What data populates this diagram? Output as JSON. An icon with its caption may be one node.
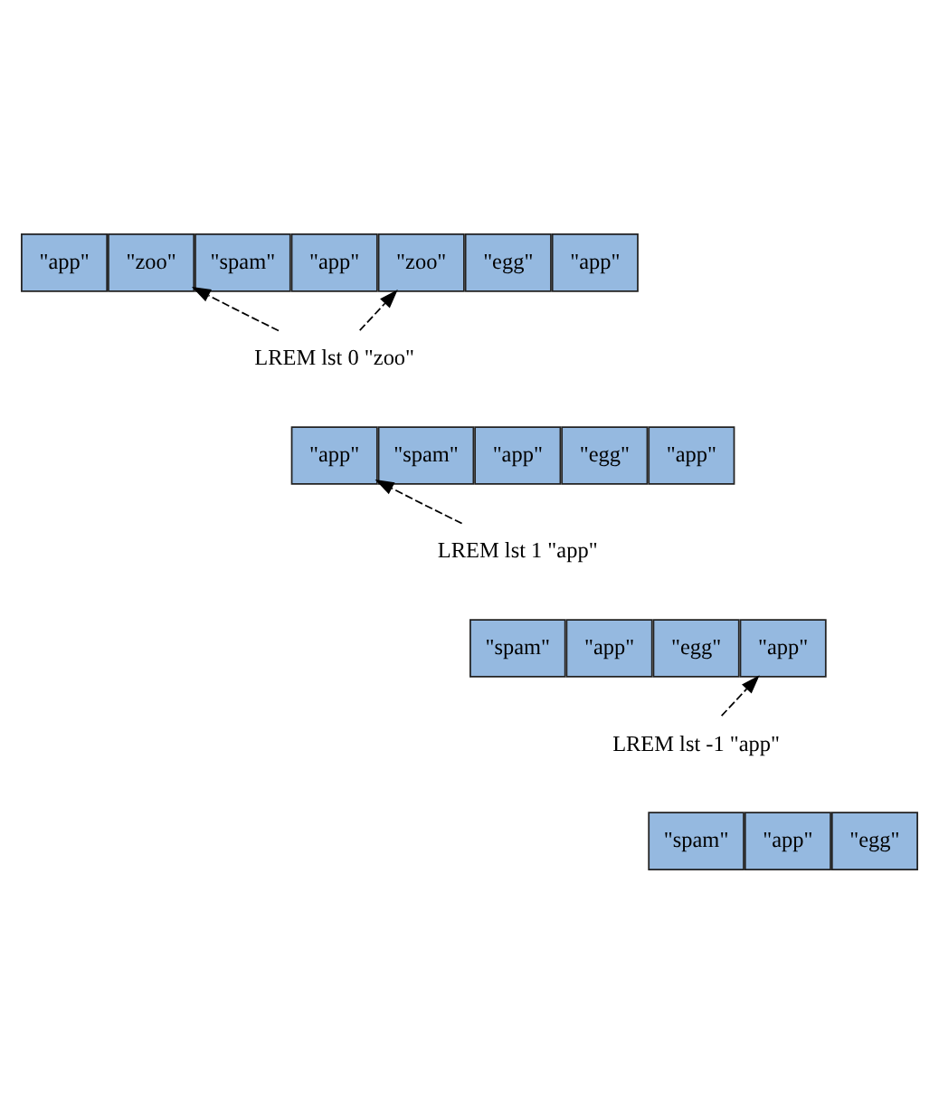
{
  "diagram": {
    "nodes": [
      {
        "text": [
          "\"app\""
        ]
      },
      {
        "text": [
          "\"zoo\""
        ]
      },
      {
        "text": [
          "\"spam\""
        ]
      },
      {
        "text": [
          "\"app\""
        ]
      },
      {
        "text": [
          "\"zoo\""
        ]
      },
      {
        "text": [
          "\"egg\""
        ]
      },
      {
        "text": [
          "\"app\""
        ]
      },
      {
        "text": [
          "LREM lst 0 \"zoo\""
        ]
      },
      {
        "text": [
          "\"app\""
        ]
      },
      {
        "text": [
          "\"spam\""
        ]
      },
      {
        "text": [
          "\"app\""
        ]
      },
      {
        "text": [
          "\"egg\""
        ]
      },
      {
        "text": [
          "\"app\""
        ]
      },
      {
        "text": [
          "LREM lst 1 \"app\""
        ]
      },
      {
        "text": [
          "\"spam\""
        ]
      },
      {
        "text": [
          "\"app\""
        ]
      },
      {
        "text": [
          "\"egg\""
        ]
      },
      {
        "text": [
          "\"app\""
        ]
      },
      {
        "text": [
          "LREM lst -1 \"app\""
        ]
      },
      {
        "text": [
          "\"spam\""
        ]
      },
      {
        "text": [
          "\"app\""
        ]
      },
      {
        "text": [
          "\"egg\""
        ]
      }
    ],
    "edges": [
      {
        "from": 7,
        "to": 1,
        "arrow": "to",
        "style": "dashed"
      },
      {
        "from": 7,
        "to": 4,
        "arrow": "to",
        "style": "dashed"
      },
      {
        "from": 13,
        "to": 8,
        "arrow": "to",
        "style": "dashed"
      },
      {
        "from": 18,
        "to": 17,
        "arrow": "to",
        "style": "dashed"
      }
    ]
  }
}
